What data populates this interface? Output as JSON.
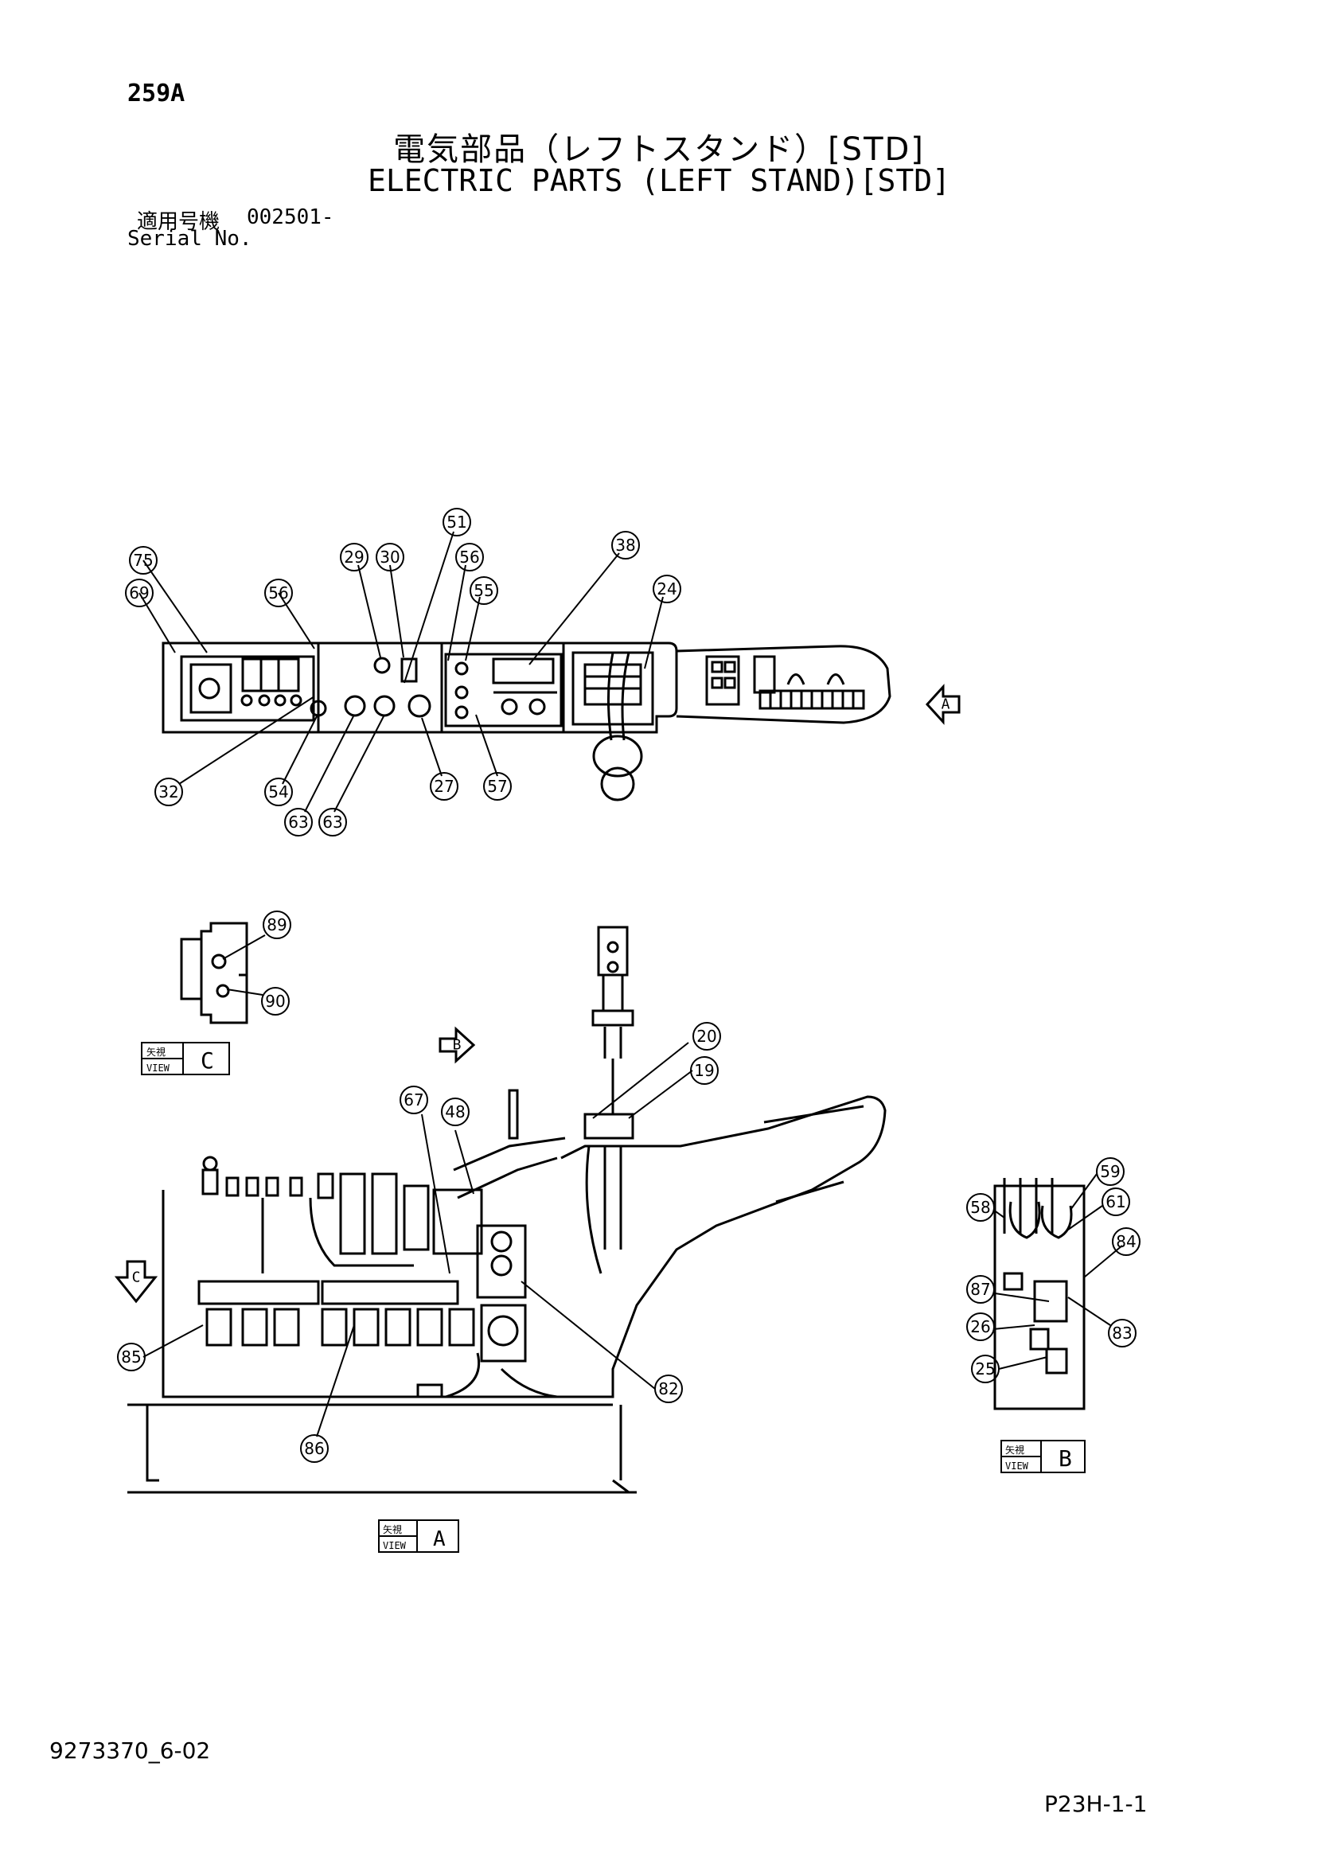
{
  "header": {
    "page_code": "259A",
    "title_jp": "電気部品（レフトスタンド）[STD]",
    "title_en": "ELECTRIC PARTS (LEFT STAND)[STD]",
    "serial_label_jp": "適用号機",
    "serial_number": "002501-",
    "serial_label_en": "Serial No."
  },
  "footer": {
    "doc_number": "9273370_6-02",
    "page_ref": "P23H-1-1"
  },
  "callouts": [
    {
      "label": "75"
    },
    {
      "label": "69"
    },
    {
      "label": "56"
    },
    {
      "label": "29"
    },
    {
      "label": "30"
    },
    {
      "label": "51"
    },
    {
      "label": "56"
    },
    {
      "label": "55"
    },
    {
      "label": "38"
    },
    {
      "label": "24"
    },
    {
      "label": "32"
    },
    {
      "label": "54"
    },
    {
      "label": "63"
    },
    {
      "label": "63"
    },
    {
      "label": "27"
    },
    {
      "label": "57"
    },
    {
      "label": "89"
    },
    {
      "label": "90"
    },
    {
      "label": "20"
    },
    {
      "label": "19"
    },
    {
      "label": "67"
    },
    {
      "label": "48"
    },
    {
      "label": "59"
    },
    {
      "label": "58"
    },
    {
      "label": "61"
    },
    {
      "label": "84"
    },
    {
      "label": "87"
    },
    {
      "label": "26"
    },
    {
      "label": "83"
    },
    {
      "label": "25"
    },
    {
      "label": "85"
    },
    {
      "label": "82"
    },
    {
      "label": "86"
    }
  ],
  "views": {
    "a": {
      "jp": "矢視",
      "en": "VIEW",
      "letter": "A"
    },
    "b": {
      "jp": "矢視",
      "en": "VIEW",
      "letter": "B"
    },
    "c": {
      "jp": "矢視",
      "en": "VIEW",
      "letter": "C"
    }
  },
  "arrows": {
    "a": "A",
    "b": "B",
    "c": "C"
  }
}
